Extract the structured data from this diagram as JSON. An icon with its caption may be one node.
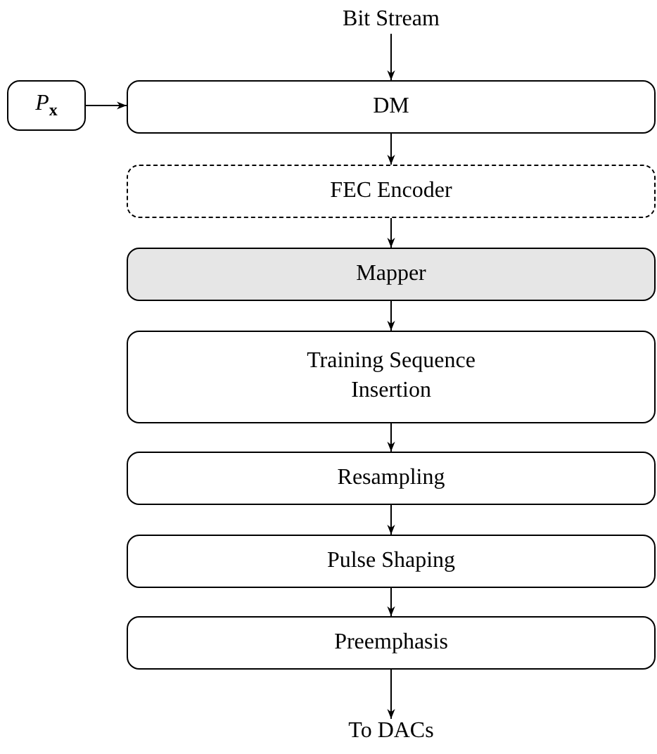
{
  "diagram": {
    "nodes": [
      {
        "text": [
          "Bit Stream"
        ]
      },
      {
        "text": [
          "*P*$_{x}$"
        ]
      },
      {
        "text": [
          "DM"
        ]
      },
      {
        "text": [
          "FEC Encoder"
        ]
      },
      {
        "text": [
          "Mapper"
        ]
      },
      {
        "text": [
          "Training Sequence Insertion"
        ]
      },
      {
        "text": [
          "Resampling"
        ]
      },
      {
        "text": [
          "Pulse Shaping"
        ]
      },
      {
        "text": [
          "Preemphasis"
        ]
      },
      {
        "text": [
          "To DACs"
        ]
      }
    ],
    "edges": [
      {
        "from": 0,
        "to": 2,
        "arrow": "to"
      },
      {
        "from": 1,
        "to": 2,
        "arrow": "to"
      },
      {
        "from": 2,
        "to": 3,
        "arrow": "to"
      },
      {
        "from": 3,
        "to": 4,
        "arrow": "to"
      },
      {
        "from": 4,
        "to": 5,
        "arrow": "to"
      },
      {
        "from": 5,
        "to": 6,
        "arrow": "to"
      },
      {
        "from": 6,
        "to": 7,
        "arrow": "to"
      },
      {
        "from": 7,
        "to": 8,
        "arrow": "to"
      },
      {
        "from": 8,
        "to": 9,
        "arrow": "to"
      }
    ]
  }
}
